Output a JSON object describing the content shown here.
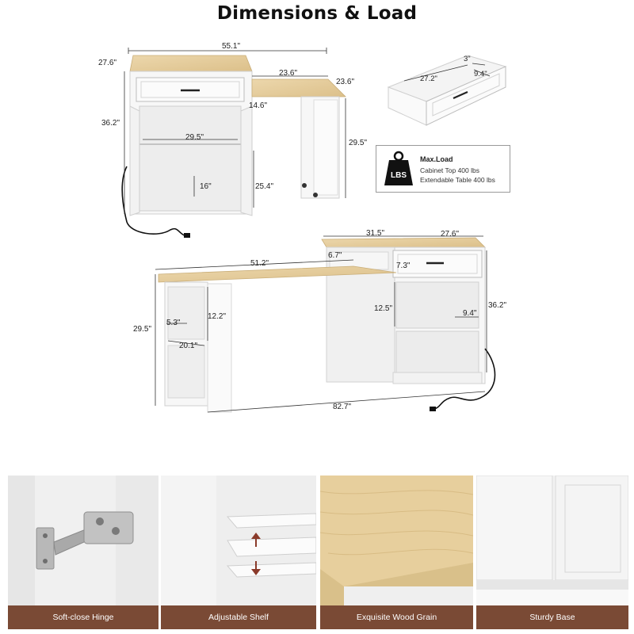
{
  "title": "Dimensions & Load",
  "dimensions": {
    "cab_width": "55.1\"",
    "cab_depth": "27.6\"",
    "cab_height": "36.2\"",
    "ext_width": "23.6\"",
    "ext_depth": "23.6\"",
    "ext_side": "14.6\"",
    "ext_height": "29.5\"",
    "inner_width": "29.5\"",
    "shelf_gap": "16\"",
    "leg_height": "25.4\"",
    "drawer_height": "3\"",
    "drawer_width": "27.2\"",
    "drawer_depth": "9.4\"",
    "b_top_depth": "31.5\"",
    "b_side_depth": "27.6\"",
    "b_drawer_h": "6.7\"",
    "b_drawer_front": "7.3\"",
    "b_table_len": "51.2\"",
    "b_shelf_h": "12.5\"",
    "b_cab_h": "36.2\"",
    "b_shelf_d": "9.4\"",
    "b_table_h": "29.5\"",
    "b_niche_h": "12.2\"",
    "b_niche_w": "5.3\"",
    "b_niche_d": "20.1\"",
    "b_total_len": "82.7\""
  },
  "load": {
    "icon": "weight-lbs-icon",
    "title": "Max.Load",
    "line1": "Cabinet Top 400 lbs",
    "line2": "Extendable Table 400 lbs",
    "badge": "LBS"
  },
  "features": [
    {
      "label": "Soft-close Hinge"
    },
    {
      "label": "Adjustable Shelf"
    },
    {
      "label": "Exquisite Wood Grain"
    },
    {
      "label": "Sturdy Base"
    }
  ],
  "colors": {
    "wood": "#e6cf9f",
    "caption_bg": "#7a4a35",
    "white_panel": "#f7f7f7"
  }
}
